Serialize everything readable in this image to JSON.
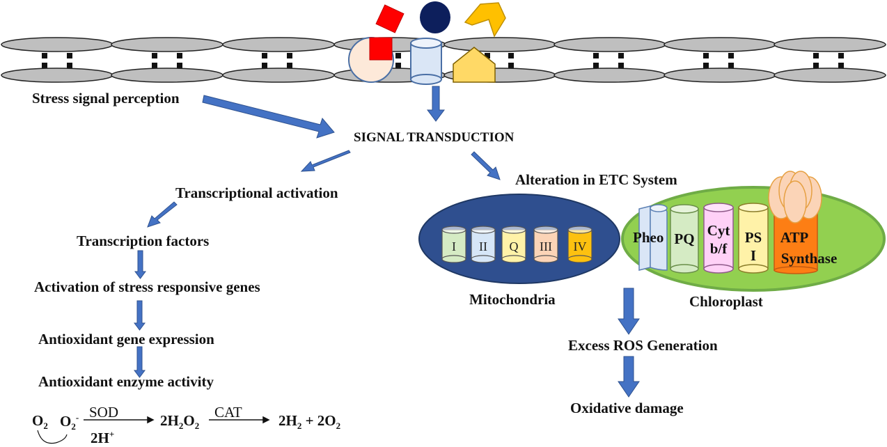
{
  "labels": {
    "stress_perception": "Stress signal perception",
    "signal_transduction": "SIGNAL TRANSDUCTION",
    "transcriptional_activation": "Transcriptional activation",
    "transcription_factors": "Transcription factors",
    "activation_genes": "Activation of stress responsive genes",
    "antioxidant_gene_expression": "Antioxidant gene expression",
    "antioxidant_enzyme_activity": "Antioxidant enzyme activity",
    "etc_alteration": "Alteration in ETC System",
    "mitochondria": "Mitochondria",
    "chloroplast": "Chloroplast",
    "excess_ros": "Excess ROS Generation",
    "oxidative_damage": "Oxidative damage"
  },
  "mitochondria_complexes": [
    {
      "label": "I",
      "color": "#d5ebc4"
    },
    {
      "label": "II",
      "color": "#d6e6f7"
    },
    {
      "label": "Q",
      "color": "#fff2a8"
    },
    {
      "label": "III",
      "color": "#fbd4b7"
    },
    {
      "label": "IV",
      "color": "#fdc110"
    }
  ],
  "chloroplast_complexes": {
    "pheo": "Pheo",
    "pq": "PQ",
    "cyt_line1": "Cyt",
    "cyt_line2": "b/f",
    "ps_line1": "PS",
    "ps_line2": "I",
    "atp_line1": "ATP",
    "atp_line2": "Synthase"
  },
  "equation": {
    "o2": "O",
    "o2_sub": "2",
    "superoxide": "O",
    "superoxide_sub": "2",
    "superoxide_sup": "-",
    "sod": "SOD",
    "h_plus": "2H",
    "h_plus_sup": "+",
    "h2o2_a": "2H",
    "h2o2_sub1": "2",
    "h2o2_b": "O",
    "h2o2_sub2": "2",
    "cat": "CAT",
    "products_a": "2H",
    "products_sub1": "2",
    "products_b": " + 2O",
    "products_sub2": "2"
  },
  "colors": {
    "arrow": "#4472c4",
    "membrane": "#bfbfbf",
    "mitochondria": "#2f4f8f",
    "chloroplast": "#92d050",
    "chloroplast_border": "#6fac46",
    "atp_synthase": "#fd7e14",
    "signal_red": "#ff0000",
    "signal_navy": "#0d1f5c",
    "signal_yellow": "#ffd966"
  }
}
